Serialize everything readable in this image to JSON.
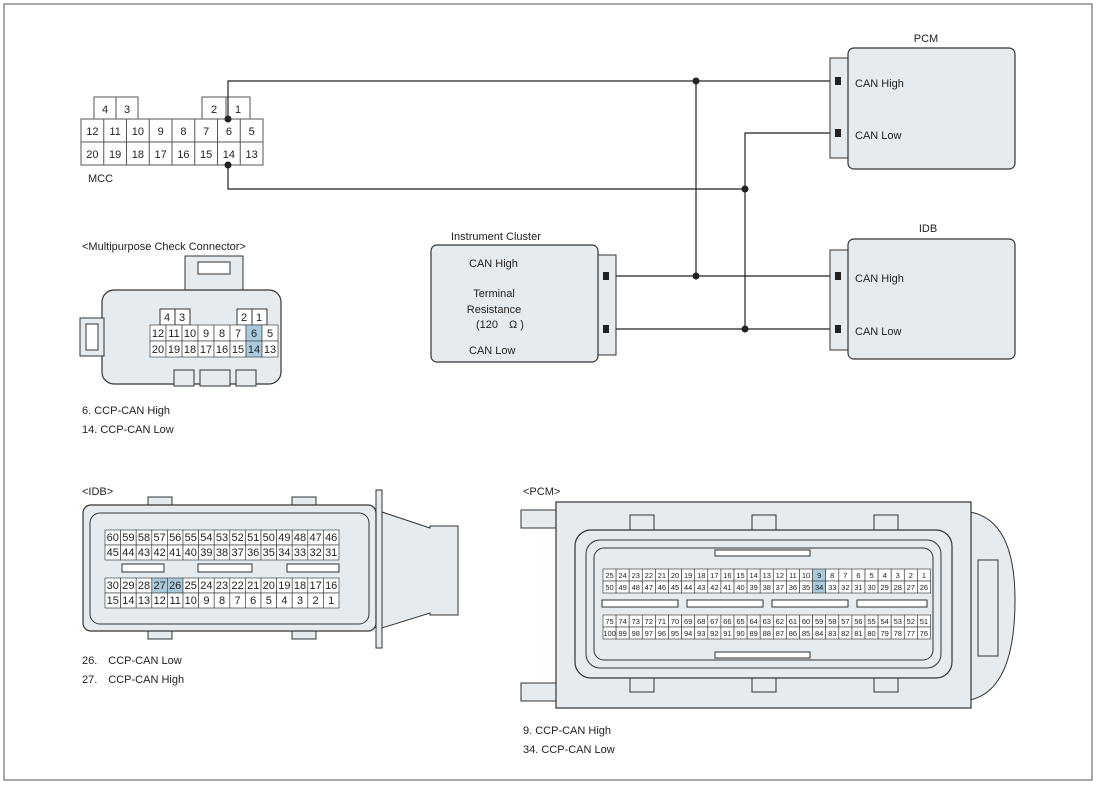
{
  "colors": {
    "fill": "#e6ebef",
    "line": "#222222",
    "highlight": "#a9cbdd",
    "dark": "#555555"
  },
  "mcc": {
    "label": "MCC",
    "top_pins": [
      "4",
      "3",
      "2",
      "1"
    ],
    "row1": [
      "12",
      "11",
      "10",
      "9",
      "8",
      "7",
      "6",
      "5"
    ],
    "row2": [
      "20",
      "19",
      "18",
      "17",
      "16",
      "15",
      "14",
      "13"
    ]
  },
  "pcm_box": {
    "title": "PCM",
    "can_high": "CAN High",
    "can_low": "CAN Low"
  },
  "idb_box": {
    "title": "IDB",
    "can_high": "CAN High",
    "can_low": "CAN Low"
  },
  "cluster": {
    "title": "Instrument Cluster",
    "can_high": "CAN High",
    "terminal": "Terminal",
    "resistance": "Resistance",
    "ohm": "(120　Ω )",
    "can_low": "CAN Low"
  },
  "mpcc": {
    "title": "<Multipurpose Check Connector>",
    "top_pins": [
      "4",
      "3",
      "2",
      "1"
    ],
    "row1": [
      "12",
      "11",
      "10",
      "9",
      "8",
      "7",
      "6",
      "5"
    ],
    "row2": [
      "20",
      "19",
      "18",
      "17",
      "16",
      "15",
      "14",
      "13"
    ],
    "highlight": [
      "6",
      "14"
    ],
    "notes": [
      "6. CCP-CAN High",
      "14. CCP-CAN Low"
    ]
  },
  "idb_conn": {
    "title": "<IDB>",
    "row1": [
      "60",
      "59",
      "58",
      "57",
      "56",
      "55",
      "54",
      "53",
      "52",
      "51",
      "50",
      "49",
      "48",
      "47",
      "46"
    ],
    "row2": [
      "45",
      "44",
      "43",
      "42",
      "41",
      "40",
      "39",
      "38",
      "37",
      "36",
      "35",
      "34",
      "33",
      "32",
      "31"
    ],
    "row3": [
      "30",
      "29",
      "28",
      "27",
      "26",
      "25",
      "24",
      "23",
      "22",
      "21",
      "20",
      "19",
      "18",
      "17",
      "16"
    ],
    "row4": [
      "15",
      "14",
      "13",
      "12",
      "11",
      "10",
      "9",
      "8",
      "7",
      "6",
      "5",
      "4",
      "3",
      "2",
      "1"
    ],
    "highlight": [
      "27",
      "26"
    ],
    "notes": [
      "26.　CCP-CAN Low",
      "27.　CCP-CAN High"
    ]
  },
  "pcm_conn": {
    "title": "<PCM>",
    "row1": [
      "25",
      "24",
      "23",
      "22",
      "21",
      "20",
      "19",
      "18",
      "17",
      "16",
      "15",
      "14",
      "13",
      "12",
      "11",
      "10",
      "9",
      "8",
      "7",
      "6",
      "5",
      "4",
      "3",
      "2",
      "1"
    ],
    "row2": [
      "50",
      "49",
      "48",
      "47",
      "46",
      "45",
      "44",
      "43",
      "42",
      "41",
      "40",
      "39",
      "38",
      "37",
      "36",
      "35",
      "34",
      "33",
      "32",
      "31",
      "30",
      "29",
      "28",
      "27",
      "26"
    ],
    "row3": [
      "75",
      "74",
      "73",
      "72",
      "71",
      "70",
      "69",
      "68",
      "67",
      "66",
      "65",
      "64",
      "63",
      "62",
      "61",
      "60",
      "59",
      "58",
      "57",
      "56",
      "55",
      "54",
      "53",
      "52",
      "51"
    ],
    "row4": [
      "100",
      "99",
      "98",
      "97",
      "96",
      "95",
      "94",
      "93",
      "92",
      "91",
      "90",
      "89",
      "88",
      "87",
      "86",
      "85",
      "84",
      "83",
      "82",
      "81",
      "80",
      "79",
      "78",
      "77",
      "76"
    ],
    "highlight": [
      "9",
      "34"
    ],
    "notes": [
      "9. CCP-CAN High",
      "34. CCP-CAN Low"
    ]
  }
}
